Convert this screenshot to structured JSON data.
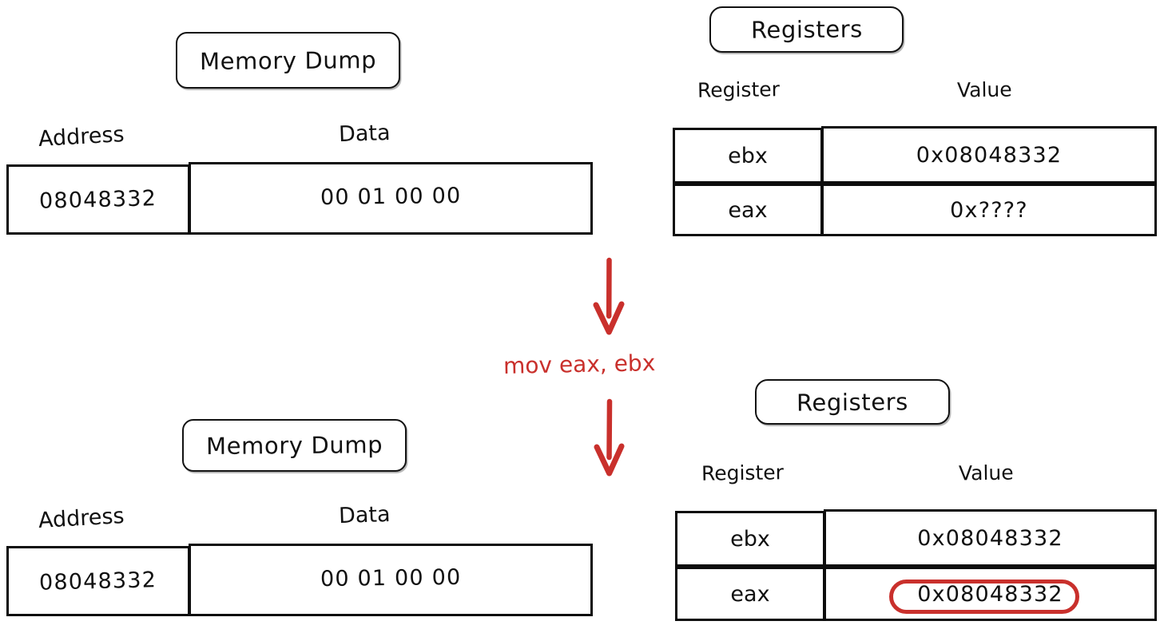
{
  "colors": {
    "ink": "#101010",
    "accent_red": "#c9302c",
    "paper": "#ffffff"
  },
  "instruction": {
    "text": "mov eax, ebx"
  },
  "panels": {
    "memory_before": {
      "title": "Memory Dump",
      "headers": {
        "address": "Address",
        "data": "Data"
      },
      "rows": [
        {
          "address": "08048332",
          "data": "00 01 00 00"
        }
      ]
    },
    "memory_after": {
      "title": "Memory Dump",
      "headers": {
        "address": "Address",
        "data": "Data"
      },
      "rows": [
        {
          "address": "08048332",
          "data": "00 01 00 00"
        }
      ]
    },
    "registers_before": {
      "title": "Registers",
      "headers": {
        "register": "Register",
        "value": "Value"
      },
      "rows": [
        {
          "register": "ebx",
          "value": "0x08048332",
          "highlighted": false
        },
        {
          "register": "eax",
          "value": "0x????",
          "highlighted": false
        }
      ]
    },
    "registers_after": {
      "title": "Registers",
      "headers": {
        "register": "Register",
        "value": "Value"
      },
      "rows": [
        {
          "register": "ebx",
          "value": "0x08048332",
          "highlighted": false
        },
        {
          "register": "eax",
          "value": "0x08048332",
          "highlighted": true
        }
      ]
    }
  },
  "icons": {
    "arrow_down_top": "arrow-down-icon",
    "arrow_down_bottom": "arrow-down-icon"
  }
}
